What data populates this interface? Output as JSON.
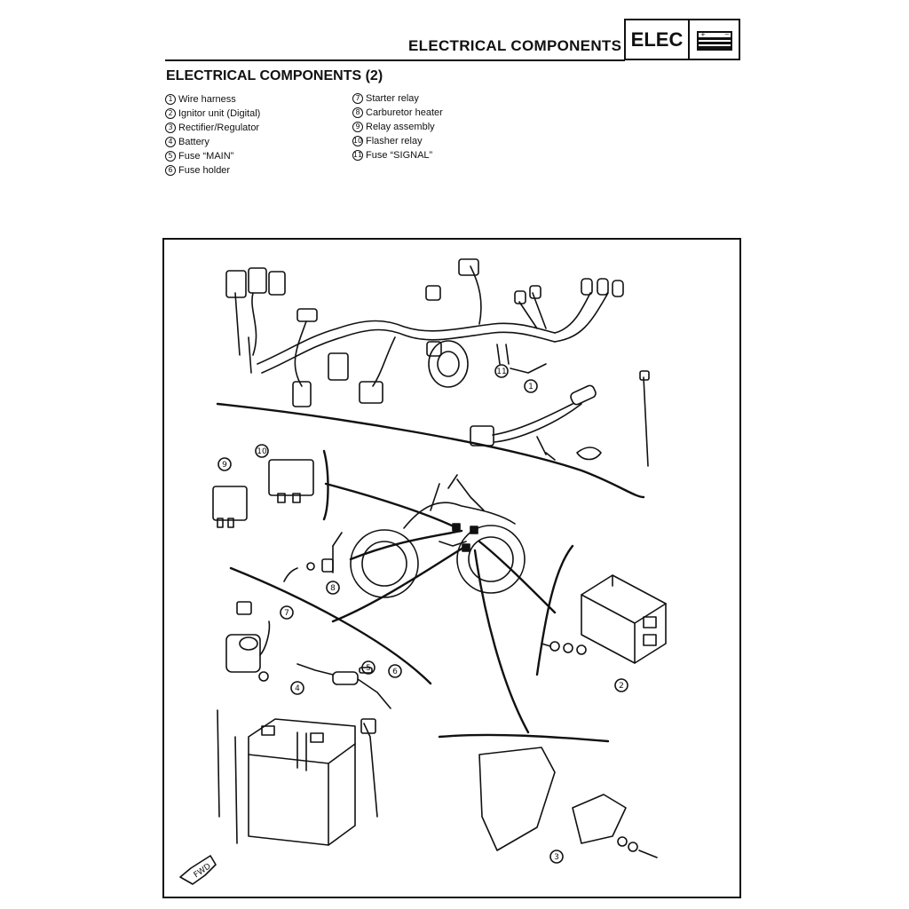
{
  "header": {
    "title": "ELECTRICAL COMPONENTS",
    "badge": "ELEC",
    "badge_icon": "battery-icon"
  },
  "section": {
    "title": "ELECTRICAL COMPONENTS (2)"
  },
  "legend_left": [
    {
      "num": "1",
      "label": "Wire harness"
    },
    {
      "num": "2",
      "label": "Ignitor unit (Digital)"
    },
    {
      "num": "3",
      "label": "Rectifier/Regulator"
    },
    {
      "num": "4",
      "label": "Battery"
    },
    {
      "num": "5",
      "label": "Fuse “MAIN”"
    },
    {
      "num": "6",
      "label": "Fuse holder"
    }
  ],
  "legend_right": [
    {
      "num": "7",
      "label": "Starter relay"
    },
    {
      "num": "8",
      "label": "Carburetor heater"
    },
    {
      "num": "9",
      "label": "Relay assembly"
    },
    {
      "num": "10",
      "label": "Flasher relay"
    },
    {
      "num": "11",
      "label": "Fuse “SIGNAL”"
    }
  ],
  "figure": {
    "fwd_label": "FWD",
    "callouts": [
      "1",
      "2",
      "3",
      "4",
      "5",
      "6",
      "7",
      "8",
      "9",
      "10",
      "11"
    ]
  }
}
